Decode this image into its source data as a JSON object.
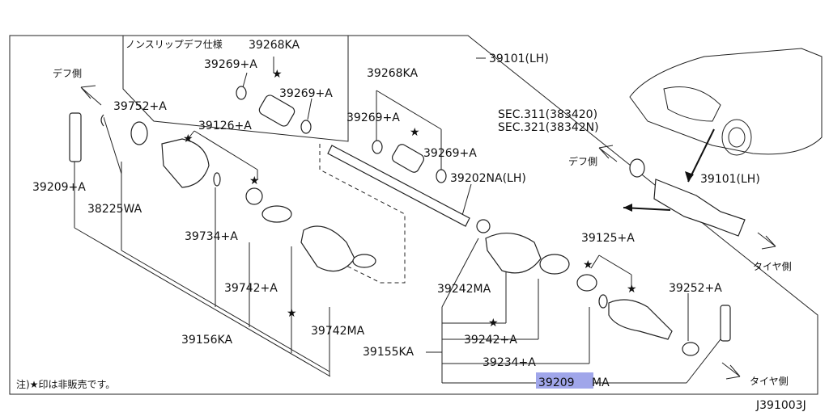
{
  "diagram": {
    "colors": {
      "line": "#222222",
      "highlight": "#8f97e6",
      "background": "#ffffff"
    },
    "highlighted_part": "39209MA",
    "labels": {
      "nonslip": "ノンスリップデフ仕様",
      "p39268KA_a": "39268KA",
      "p39269A_a": "39269+A",
      "p39269A_b": "39269+A",
      "p39101_lh_top": "39101(LH)",
      "def_side_top": "デフ側",
      "p39752A": "39752+A",
      "p39126A": "39126+A",
      "p39268KA_b": "39268KA",
      "p39269A_c": "39269+A",
      "p39269A_d": "39269+A",
      "sec311": "SEC.311(383420)",
      "sec321": "SEC.321(38342N)",
      "def_side_car": "デフ側",
      "p39101_lh_car": "39101(LH)",
      "p39209A": "39209+A",
      "p38225WA": "38225WA",
      "p39202NA": "39202NA(LH)",
      "p39734A": "39734+A",
      "tire_side_car": "タイヤ側",
      "p39125A": "39125+A",
      "p39742A": "39742+A",
      "p39242MA": "39242MA",
      "p39252A": "39252+A",
      "p39742MA": "39742MA",
      "p39156KA": "39156KA",
      "p39242A": "39242+A",
      "p39155KA": "39155KA",
      "p39234A": "39234+A",
      "p39209MA_num": "39209",
      "p39209MA_suffix": "MA",
      "tire_side_bottom": "タイヤ側",
      "note": "注)★印は非販売です。",
      "drawing_code": "J391003J"
    },
    "star": "★"
  }
}
